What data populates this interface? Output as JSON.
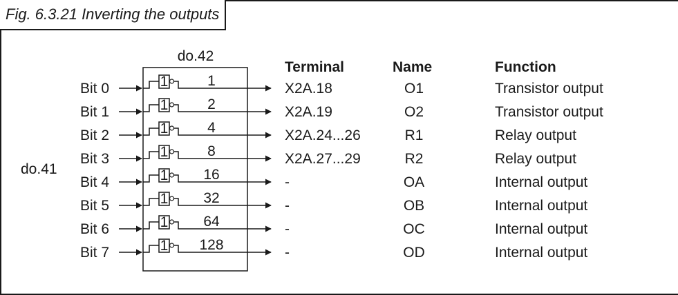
{
  "figure": {
    "caption": "Fig. 6.3.21  Inverting the outputs",
    "input_param": "do.41",
    "output_param": "do.42",
    "gate_symbol": "1"
  },
  "columns": {
    "terminal": "Terminal",
    "name": "Name",
    "function": "Function"
  },
  "rows": [
    {
      "bit": "Bit 0",
      "value": "1",
      "terminal": "X2A.18",
      "name": "O1",
      "function": "Transistor output"
    },
    {
      "bit": "Bit 1",
      "value": "2",
      "terminal": "X2A.19",
      "name": "O2",
      "function": "Transistor output"
    },
    {
      "bit": "Bit 2",
      "value": "4",
      "terminal": "X2A.24...26",
      "name": "R1",
      "function": "Relay output"
    },
    {
      "bit": "Bit 3",
      "value": "8",
      "terminal": "X2A.27...29",
      "name": "R2",
      "function": "Relay output"
    },
    {
      "bit": "Bit 4",
      "value": "16",
      "terminal": "-",
      "name": "OA",
      "function": "Internal output"
    },
    {
      "bit": "Bit 5",
      "value": "32",
      "terminal": "-",
      "name": "OB",
      "function": "Internal output"
    },
    {
      "bit": "Bit 6",
      "value": "64",
      "terminal": "-",
      "name": "OC",
      "function": "Internal output"
    },
    {
      "bit": "Bit 7",
      "value": "128",
      "terminal": "-",
      "name": "OD",
      "function": "Internal output"
    }
  ]
}
